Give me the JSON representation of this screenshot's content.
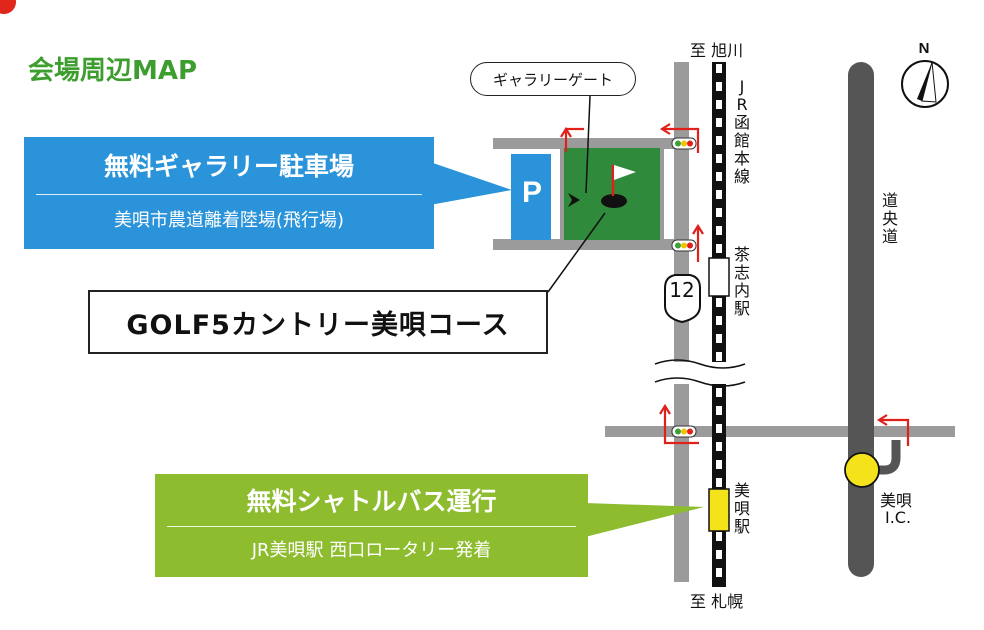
{
  "title": "会場周辺MAP",
  "parking": {
    "heading": "無料ギャラリー駐車場",
    "subheading": "美唄市農道離着陸場(飛行場)",
    "p_symbol": "P"
  },
  "gallery_gate": "ギャラリーゲート",
  "course_name_latin": "GOLF5カントリー",
  "course_name_kanji": "美唄コース",
  "shuttle": {
    "heading": "無料シャトルバス運行",
    "subheading": "JR美唄駅 西口ロータリー発着"
  },
  "labels": {
    "to_asahikawa": "至 旭川",
    "to_sapporo": "至 札幌",
    "jr_line": "JR函館本線",
    "chashinai_station": "茶志内駅",
    "bibai_station": "美唄駅",
    "expressway": "道央道",
    "bibai_ic_line1": "美唄",
    "bibai_ic_line2": "I.C.",
    "route_number": "12",
    "north": "N"
  },
  "colors": {
    "title_green": "#3d9e2f",
    "parking_blue": "#2a93d9",
    "shuttle_green": "#8dbc2e",
    "course_green": "#2f8a3c",
    "road_gray": "#9b9b9b",
    "expressway_dark": "#555555",
    "arrow_red": "#e0201b",
    "ic_yellow": "#f4e21a"
  }
}
